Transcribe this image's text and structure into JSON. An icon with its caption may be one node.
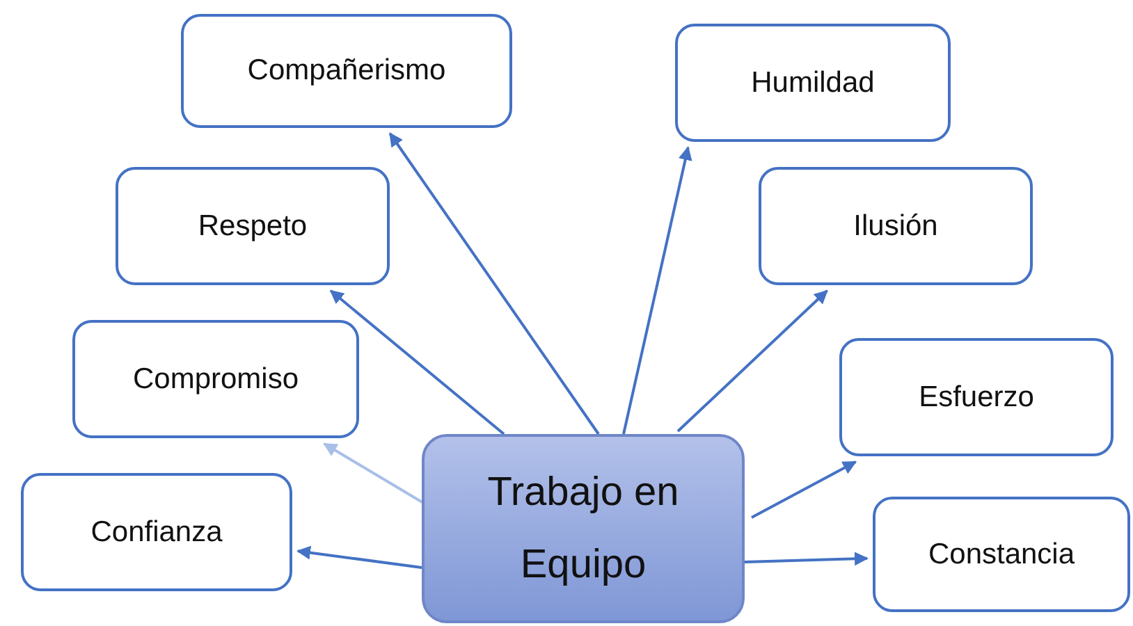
{
  "diagram": {
    "nodes": [
      {
        "text": [
          "Trabajo en Equipo"
        ]
      },
      {
        "text": [
          "Compañerismo"
        ]
      },
      {
        "text": [
          "Humildad"
        ]
      },
      {
        "text": [
          "Respeto"
        ]
      },
      {
        "text": [
          "Ilusión"
        ]
      },
      {
        "text": [
          "Compromiso"
        ]
      },
      {
        "text": [
          "Esfuerzo"
        ]
      },
      {
        "text": [
          "Confianza"
        ]
      },
      {
        "text": [
          "Constancia"
        ]
      }
    ],
    "edges": [
      {
        "from": 0,
        "to": 1,
        "arrow": "to"
      },
      {
        "from": 0,
        "to": 2,
        "arrow": "to"
      },
      {
        "from": 0,
        "to": 3,
        "arrow": "to"
      },
      {
        "from": 0,
        "to": 4,
        "arrow": "to"
      },
      {
        "from": 0,
        "to": 5,
        "arrow": "to",
        "color": "#a9bfe8"
      },
      {
        "from": 0,
        "to": 6,
        "arrow": "to"
      },
      {
        "from": 0,
        "to": 7,
        "arrow": "to"
      },
      {
        "from": 0,
        "to": 8,
        "arrow": "to"
      }
    ]
  }
}
